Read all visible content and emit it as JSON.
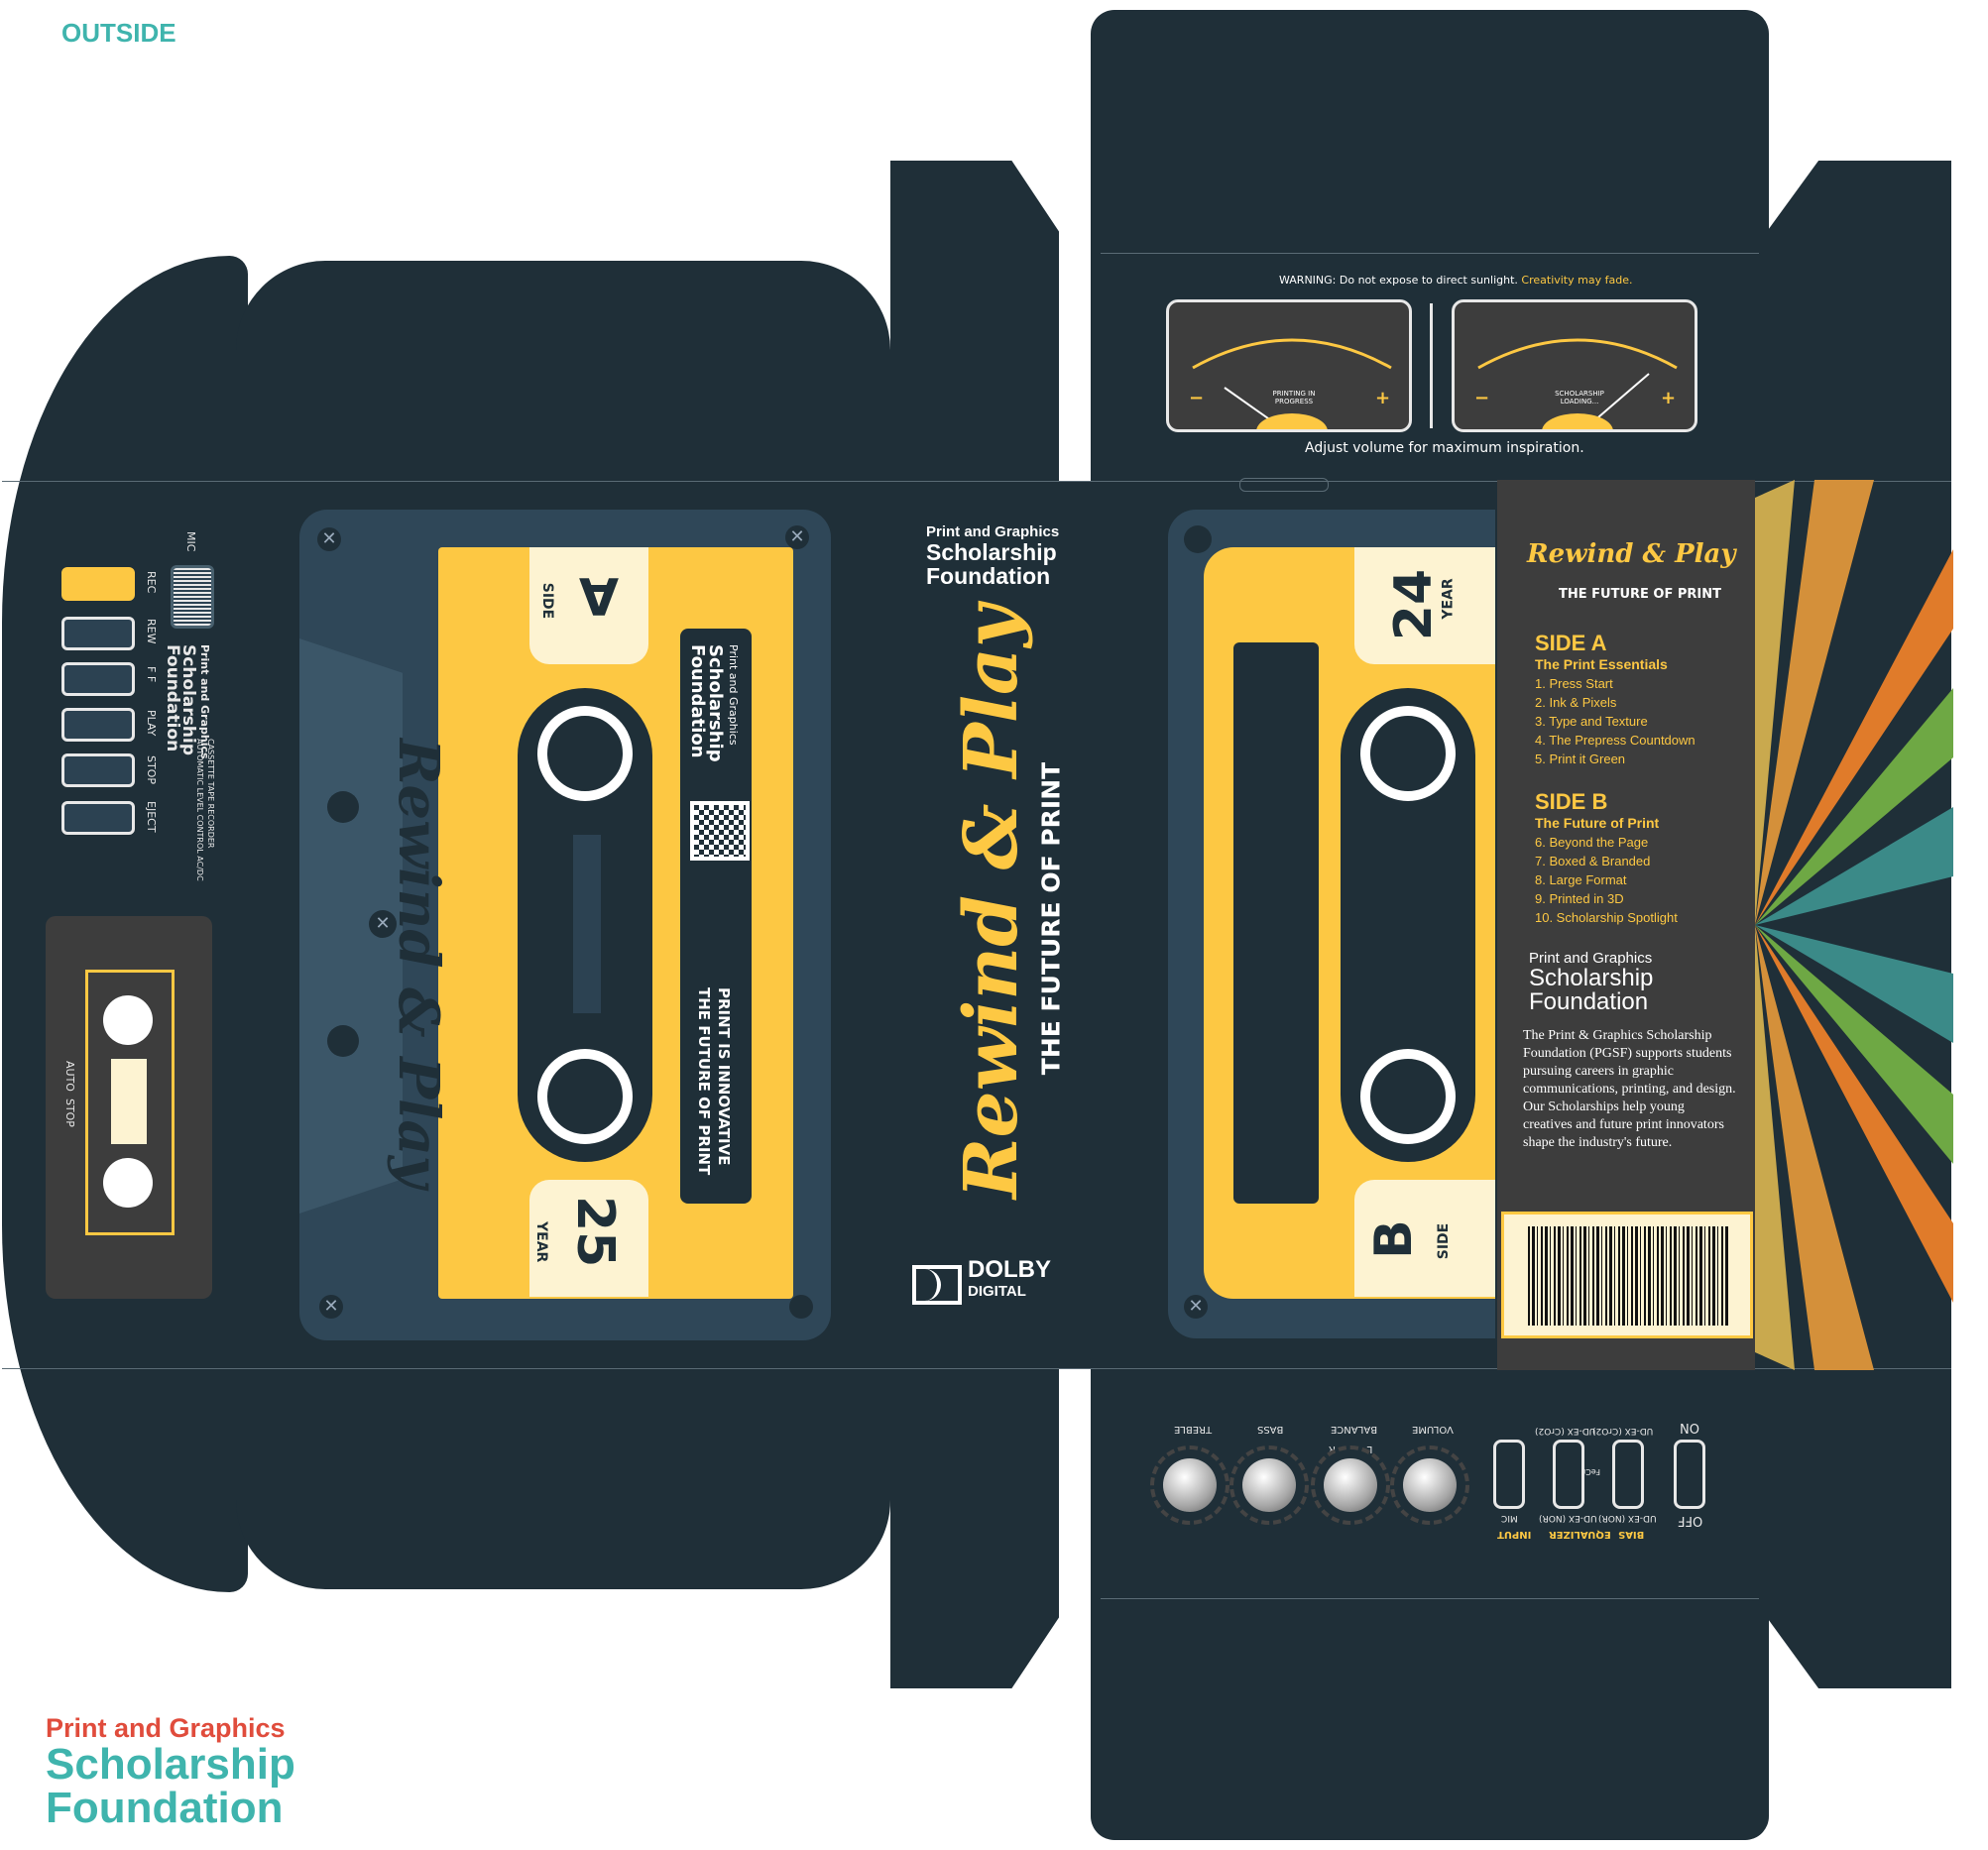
{
  "outside_label": "OUTSIDE",
  "colors": {
    "panel": "#1f2f38",
    "yellow": "#fdc843",
    "cream": "#fdf3d2",
    "teal": "#3fb4ad",
    "red": "#e04c3c"
  },
  "brand": {
    "line1": "Print and Graphics",
    "line2": "Scholarship",
    "line3": "Foundation"
  },
  "top_flap": {
    "warning_prefix": "WARNING: Do not expose to direct sunlight.",
    "warning_highlight": "Creativity may fade.",
    "meter_left": "PRINTING IN PROGRESS",
    "meter_right": "SCHOLARSHIP LOADING...",
    "caption": "Adjust volume for maximum inspiration.",
    "minus": "−",
    "plus": "+"
  },
  "left_flap": {
    "buttons": [
      "REC",
      "REW",
      "F F",
      "PLAY",
      "STOP",
      "EJECT"
    ],
    "mic": "MIC",
    "recorder_line1": "CASSETTE TAPE RECORDER",
    "recorder_line2": "AUTOMATIC LEVEL CONTROL AC/DC",
    "auto_stop": "AUTO  STOP"
  },
  "front_cassette": {
    "side_letter": "A",
    "side_word": "SIDE",
    "year_number": "25",
    "year_word": "YEAR",
    "title": "Rewind & Play",
    "tagline1": "PRINT IS INNOVATIVE",
    "tagline2": "THE FUTURE OF PRINT"
  },
  "spine": {
    "title": "Rewind & Play",
    "subtitle": "THE FUTURE OF PRINT",
    "dolby1": "DOLBY",
    "dolby2": "DIGITAL"
  },
  "back_cassette": {
    "year_number": "24",
    "year_word": "YEAR",
    "side_letter": "B",
    "side_word": "SIDE"
  },
  "card": {
    "title": "Rewind & Play",
    "subtitle": "THE FUTURE OF PRINT",
    "side_a_heading": "SIDE A",
    "side_a_title": "The Print Essentials",
    "side_a_tracks": [
      "1.  Press Start",
      "2.  Ink & Pixels",
      "3.  Type and Texture",
      "4.  The Prepress Countdown",
      "5.  Print it Green"
    ],
    "side_b_heading": "SIDE B",
    "side_b_title": "The Future of Print",
    "side_b_tracks": [
      "6. Beyond the Page",
      "7. Boxed & Branded",
      "8. Large Format",
      "9. Printed in 3D",
      "10. Scholarship Spotlight"
    ],
    "description": "The Print & Graphics Scholarship Foundation (PGSF) supports students pursuing careers in graphic communications, printing, and design. Our Scholarships help young creatives and future print innovators shape the industry's future."
  },
  "controls": {
    "knobs": [
      "VOLUME",
      "BALANCE",
      "BASS",
      "TREBLE"
    ],
    "balance_lr": "L          R",
    "on": "ON",
    "off": "OFF",
    "bias": "BIAS",
    "equalizer": "EQUALIZER",
    "input": "INPUT",
    "mic": "MIC",
    "fecr": "FeCr",
    "udex1": "UD-EX (CrO2)",
    "udex2": "UD-EX (CrO2)",
    "udex3": "UD-EX (NOR)",
    "udex4": "UD-EX (NOR)"
  }
}
